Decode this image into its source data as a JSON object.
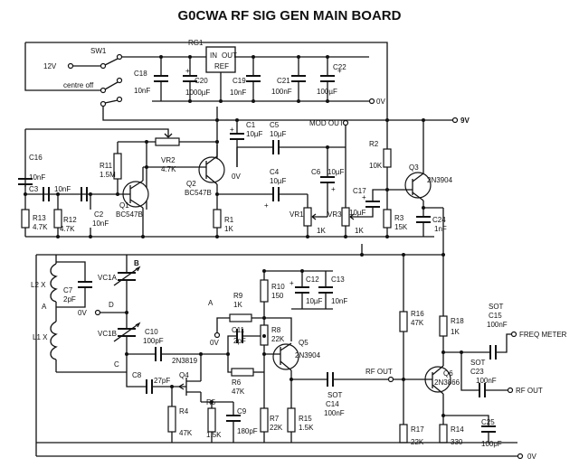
{
  "title": "G0CWA RF SIG GEN MAIN BOARD",
  "labels": {
    "sw1": "SW1",
    "v12": "12V",
    "centre_off": "centre off",
    "rg1": "RG1",
    "rg_in": "IN",
    "rg_out": "OUT",
    "rg_ref": "REF",
    "c18": "C18",
    "c18v": "10nF",
    "c20": "C20",
    "c20v": "1000µF",
    "c19": "C19",
    "c19v": "10nF",
    "c21": "C21",
    "c21v": "100nF",
    "c22": "C22",
    "c22v": "100µF",
    "ov_top": "0V",
    "v9": "9V",
    "c1": "C1",
    "c1v": "10µF",
    "c5": "C5",
    "c5v": "10µF",
    "mod_out": "MOD OUT",
    "c16": "C16",
    "c16v": "10nF",
    "r11": "R11",
    "r11v": "1.5M",
    "vr2": "VR2",
    "vr2v": "4.7K",
    "ov_mid": "0V",
    "c4": "C4",
    "c4v": "10µF",
    "c6": "C6",
    "c6v": "10µF",
    "r2": "R2",
    "r2v": "10K",
    "q3": "Q3",
    "q3v": "2N3904",
    "c3": "C3",
    "c3v": "10nF",
    "q2": "Q2",
    "q2v": "BC547B",
    "c17": "C17",
    "c17v": "10µF",
    "q1": "Q1",
    "q1v": "BC547B",
    "r13": "R13",
    "r13v": "4.7K",
    "r12": "R12",
    "r12v": "4.7K",
    "c2": "C2",
    "c2v": "10nF",
    "r1": "R1",
    "r1v": "1K",
    "vr1": "VR1",
    "vr1v": "1K",
    "vr3": "VR3",
    "vr3v": "1K",
    "r3": "R3",
    "r3v": "15K",
    "c24": "C24",
    "c24v": "1nF",
    "l2": "L2 X",
    "c7": "C7",
    "c7v": "2pF",
    "vc1a": "VC1A",
    "node_a1": "A",
    "node_b": "B",
    "ov_osc": "0V",
    "node_d": "D",
    "l1": "L1 X",
    "vc1b": "VC1B",
    "c10": "C10",
    "c10v": "100pF",
    "node_c": "C",
    "c8": "C8",
    "c8v": "27pF",
    "q4v": "2N3819",
    "q4": "Q4",
    "r4": "R4",
    "r4v": "47K",
    "r5": "R5",
    "r5v": "1.5K",
    "c9": "C9",
    "c9v": "180pF",
    "node_a2": "A",
    "r9": "R9",
    "r9v": "1K",
    "ov_q5": "0V",
    "c11": "C11",
    "c11v": "2pF",
    "r6": "R6",
    "r6v": "47K",
    "r10": "R10",
    "r10v": "150",
    "c12": "C12",
    "c12v": "10µF",
    "c13": "C13",
    "c13v": "10nF",
    "r8": "R8",
    "r8v": "22K",
    "q5": "Q5",
    "q5v": "2N3904",
    "r7": "R7",
    "r7v": "22K",
    "r15": "R15",
    "r15v": "1.5K",
    "sot_c14": "SOT",
    "c14": "C14",
    "c14v": "100nF",
    "rf_out1": "RF OUT",
    "r16": "R16",
    "r16v": "47K",
    "r18": "R18",
    "r18v": "1K",
    "sot_c15": "SOT",
    "c15": "C15",
    "c15v": "100nF",
    "freq_meter": "FREQ METER",
    "sot_c23": "SOT",
    "c23": "C23",
    "c23v": "100nF",
    "q6": "Q6",
    "q6v": "2N3866",
    "rf_out2": "RF OUT",
    "r17": "R17",
    "r17v": "22K",
    "r14": "R14",
    "r14v": "330",
    "c25": "C25",
    "c25v": "100pF",
    "ov_bot": "0V"
  }
}
